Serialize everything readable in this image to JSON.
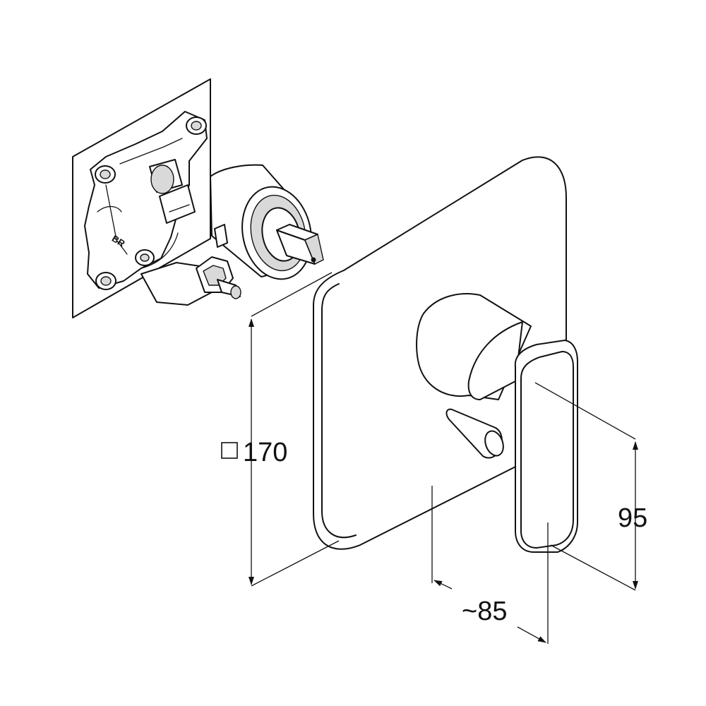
{
  "diagram": {
    "dimensions": {
      "plate_size": {
        "symbol": "square-symbol",
        "value": "170"
      },
      "handle_height": {
        "value": "95"
      },
      "projection": {
        "value": "~85"
      }
    },
    "body_logo": "BR"
  }
}
